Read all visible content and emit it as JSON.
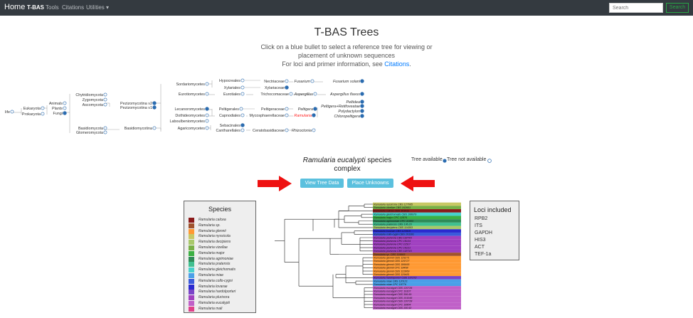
{
  "nav": {
    "brand": "Home",
    "items": [
      {
        "label": "T-BAS",
        "active": true
      },
      {
        "label": "Tools",
        "active": false
      },
      {
        "label": "Citations",
        "active": false
      },
      {
        "label": "Utilities ▾",
        "active": false
      }
    ],
    "search_placeholder": "Search",
    "search_button": "Search"
  },
  "header": {
    "title": "T-BAS Trees",
    "line1": "Click on a blue bullet to select a reference tree for viewing or",
    "line2": "placement of unknown sequences",
    "line3_prefix": "For loci and primer information, see",
    "line3_link": "Citations",
    "line3_suffix": "."
  },
  "taxonomy": {
    "root": "life",
    "level1": [
      "Eukaryota",
      "Prokaryota"
    ],
    "level2": [
      "Animals",
      "Plants",
      "Fungi"
    ],
    "level3": [
      "Chytridiomycota",
      "Zygomycota",
      "Ascomycota",
      "Basidiomycota",
      "Glomeromycota"
    ],
    "pezizo": [
      "Pezizomycotina v2",
      "Pezizomycotina v1"
    ],
    "basidio": "Basidiomycotina",
    "classes": [
      "Sordariomycetes",
      "Eurotiomycetes",
      "Lecanoromycetes",
      "Dothideomycetes",
      "Laboulbeniomycetes",
      "Agaricomycetes"
    ],
    "orders": [
      "Hypocreales",
      "Xylariales",
      "Eurotiales",
      "Peltigerales",
      "Capnodiales",
      "Sebacinales",
      "Cantharellales"
    ],
    "families": [
      "Nectriaceae",
      "Xylariaceae",
      "Trichocomaceae",
      "Peltigeraceae",
      "Mycosphaerellaceae",
      "Ceratobasidiaceae"
    ],
    "genera": [
      "Fusarium",
      "Aspergillus",
      "Peltigera",
      "Ramularia",
      "Rhizoctonia"
    ],
    "species": [
      "Fusarium solani",
      "Aspergillus flavus",
      "Peltidea",
      "Peltigera+Retifoveatae",
      "Polydactylon",
      "Chloropeltigera"
    ],
    "highlight_color": "#ff2222",
    "bullet_color": "#2b6cb0"
  },
  "complex": {
    "italic": "Ramularia eucalypti",
    "rest": "species",
    "line2": "complex"
  },
  "availability": {
    "available": "Tree available",
    "not_available": "Tree not available"
  },
  "buttons": {
    "view": "View Tree Data",
    "place": "Place Unknowns"
  },
  "arrow_color": "#ee1111",
  "species_legend": {
    "title": "Species",
    "items": [
      {
        "name": "Ramularia calcea",
        "color": "#8b1a1a"
      },
      {
        "name": "Ramularia sp.",
        "color": "#a0522d"
      },
      {
        "name": "Ramularia glennii",
        "color": "#ff9933"
      },
      {
        "name": "Ramularia nyssicola",
        "color": "#c8c864"
      },
      {
        "name": "Ramularia decipiens",
        "color": "#a8c86a"
      },
      {
        "name": "Ramularia vizellae",
        "color": "#78b046"
      },
      {
        "name": "Ramularia major",
        "color": "#3cb043"
      },
      {
        "name": "Ramularia agrimoniae",
        "color": "#2e8b57"
      },
      {
        "name": "Ramularia pratensis",
        "color": "#40c090"
      },
      {
        "name": "Ramularia gleichomatis",
        "color": "#48d1cc"
      },
      {
        "name": "Ramularia miae",
        "color": "#4aa0e8"
      },
      {
        "name": "Ramularia collo-cygni",
        "color": "#3b5bdb"
      },
      {
        "name": "Ramularia lovarae",
        "color": "#2a2ad0"
      },
      {
        "name": "Ramularia hardolporteri",
        "color": "#7a44c8"
      },
      {
        "name": "Ramularia plurivora",
        "color": "#a040c0"
      },
      {
        "name": "Ramularia eucalypti",
        "color": "#c060c8"
      },
      {
        "name": "Ramularia mali",
        "color": "#e0408a"
      }
    ]
  },
  "loci": {
    "title": "Loci included",
    "items": [
      "RPB2",
      "ITS",
      "GAPDH",
      "HIS3",
      "ACT",
      "TEF-1a"
    ]
  },
  "tree_tips": [
    {
      "label": "Ramularia nyssicola CBS 127665",
      "color": "#c8c864"
    },
    {
      "label": "Ramularia vizellae CBS 162601",
      "color": "#78b046"
    },
    {
      "label": "Ramularia calcea CBS 101611",
      "color": "#8b1a1a"
    },
    {
      "label": "Ramularia gleichomatis CBS 108979",
      "color": "#48d1cc"
    },
    {
      "label": "Ramularia major CPC 12876",
      "color": "#3cb043"
    },
    {
      "label": "Ramularia agrimoniae CPC 11653",
      "color": "#2e8b57"
    },
    {
      "label": "Ramularia pratensis CBS 136.23",
      "color": "#40c090"
    },
    {
      "label": "Ramularia decipiens CBS 114303",
      "color": "#a8c86a"
    },
    {
      "label": "Ramularia lovarae CBS 123919",
      "color": "#2a2ad0"
    },
    {
      "label": "Ramularia collo-cygni CBS 101181",
      "color": "#3b5bdb"
    },
    {
      "label": "Ramularia plurivora CBS 118743",
      "color": "#a040c0"
    },
    {
      "label": "Ramularia plurivora CPC 18124",
      "color": "#a040c0"
    },
    {
      "label": "Ramularia plurivora CPC 11517",
      "color": "#a040c0"
    },
    {
      "label": "Ramularia plurivora CPC 16121",
      "color": "#a040c0"
    },
    {
      "label": "Ramularia plurivora CBS 118743",
      "color": "#a040c0"
    },
    {
      "label": "Ramularia sp. CBS 115665",
      "color": "#a0522d"
    },
    {
      "label": "Ramularia glennii CBS 129271",
      "color": "#ff9933"
    },
    {
      "label": "Ramularia glennii CBS 129727",
      "color": "#ff9933"
    },
    {
      "label": "Ramularia glennii CBS 186665",
      "color": "#ff9933"
    },
    {
      "label": "Ramularia glennii CPC 18468",
      "color": "#ff9933"
    },
    {
      "label": "Ramularia glennii CBS 122869",
      "color": "#ff9933"
    },
    {
      "label": "Ramularia glennii CBS 129481",
      "color": "#ff9933"
    },
    {
      "label": "Ramularia hardolporteri CBS 137272",
      "color": "#7a44c8"
    },
    {
      "label": "Ramularia miae CBS 120121",
      "color": "#4aa0e8"
    },
    {
      "label": "Ramularia miae CPC 18776",
      "color": "#4aa0e8"
    },
    {
      "label": "Ramularia eucalypti CBS 120726",
      "color": "#c060c8"
    },
    {
      "label": "Ramularia eucalypti CPC 19107",
      "color": "#c060c8"
    },
    {
      "label": "Ramularia eucalypti CBS 356.69",
      "color": "#c060c8"
    },
    {
      "label": "Ramularia eucalypti CBS 101045",
      "color": "#c060c8"
    },
    {
      "label": "Ramularia eucalypti CBS 120728",
      "color": "#c060c8"
    },
    {
      "label": "Ramularia eucalypti CPC 18804",
      "color": "#c060c8"
    },
    {
      "label": "Ramularia eucalypti CBS 100.92",
      "color": "#c060c8"
    }
  ]
}
